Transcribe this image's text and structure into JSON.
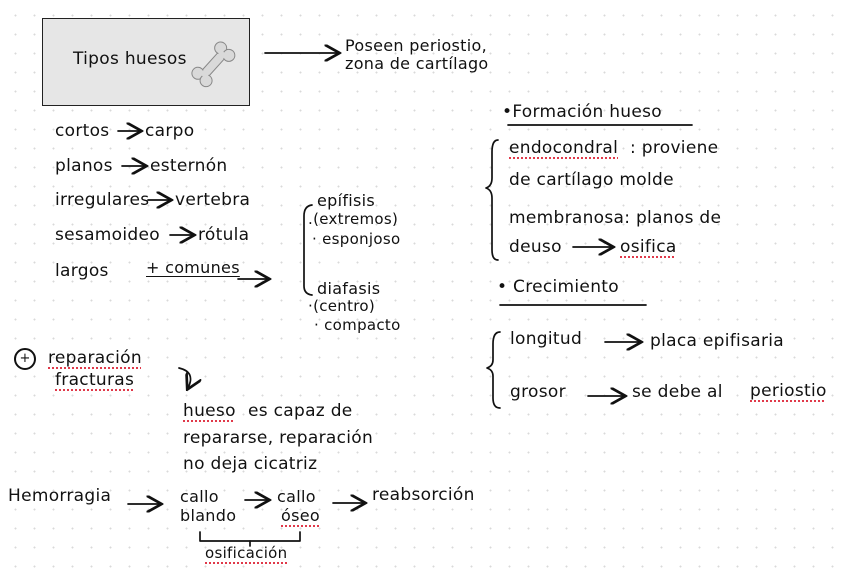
{
  "title": {
    "label": "Tipos huesos",
    "icon": "bone-icon"
  },
  "header_note": {
    "line1": "Poseen periostio,",
    "line2": "zona de cartílago"
  },
  "types": [
    {
      "name": "cortos",
      "example": "carpo"
    },
    {
      "name": "planos",
      "example": "esternón"
    },
    {
      "name": "irregulares",
      "example": "vertebra"
    },
    {
      "name": "sesamoideo",
      "example": "rótula"
    },
    {
      "name": "largos",
      "example": "+ comunes"
    }
  ],
  "long_bone": {
    "epifisis": "epífisis",
    "epifisis_1": ".(extremos)",
    "epifisis_2": "· esponjoso",
    "diafasis": "diafasis",
    "diafasis_1": "·(centro)",
    "diafasis_2": "· compacto"
  },
  "formacion": {
    "heading": "•Formación hueso",
    "endo_term": "endocondral",
    "endo_rest": ": proviene",
    "endo_line2": "de cartílago molde",
    "membra_line1": "membranosa: planos de",
    "membra_line2_a": "deuso",
    "membra_line2_b": "osifica"
  },
  "crecimiento": {
    "heading": "• Crecimiento",
    "longitud": "longitud",
    "longitud_val": "placa epifisaria",
    "grosor": "grosor",
    "grosor_val_a": "se debe al",
    "grosor_val_b": "periostio"
  },
  "reparacion": {
    "bullet": "+",
    "title1": "reparación",
    "title2": "fracturas",
    "note1_a": "hueso",
    "note1_b": "es capaz de",
    "note2": "repararse, reparación",
    "note3": "no deja cicatriz"
  },
  "flow": {
    "start": "Hemorragia",
    "step1a": "callo",
    "step1b": "blando",
    "step2a": "callo",
    "step2b": "óseo",
    "end": "reabsorción",
    "bracket_label": "osificación"
  },
  "colors": {
    "ink": "#111111",
    "accent": "#e0394a",
    "box": "#e6e6e6"
  }
}
